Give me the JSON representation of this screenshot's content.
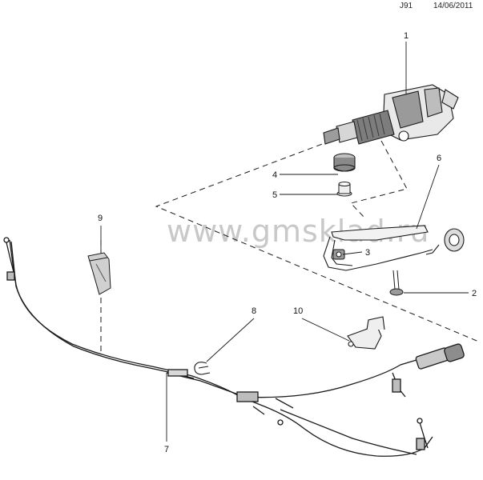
{
  "header": {
    "code": "J91",
    "date": "14/06/2011"
  },
  "watermark": "www.gmsklad.ru",
  "callouts": [
    "1",
    "2",
    "3",
    "4",
    "5",
    "6",
    "7",
    "8",
    "9",
    "10"
  ],
  "colors": {
    "line": "#1a1a1a",
    "watermark": "#c8c8c8"
  },
  "icons": [
    "shifter-lever-assembly",
    "mounting-bolt",
    "clip-nut",
    "bushing-cap",
    "bushing-sleeve",
    "mounting-bracket",
    "cable-assembly",
    "retaining-clip",
    "cable-guide",
    "cable-bracket"
  ]
}
